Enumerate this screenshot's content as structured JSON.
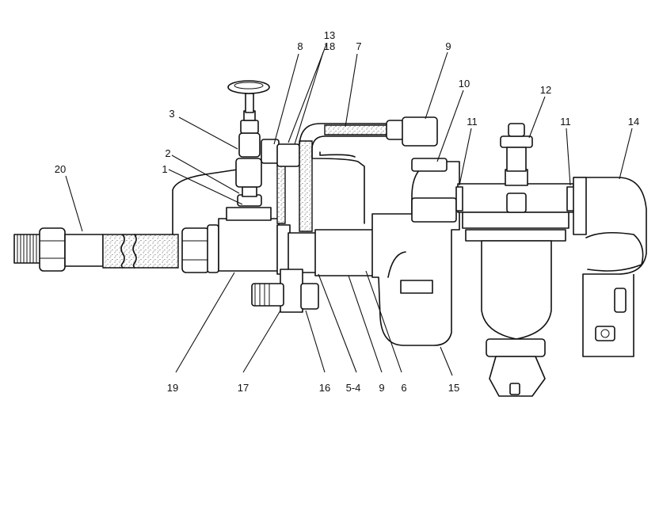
{
  "callouts": {
    "c1": "1",
    "c2": "2",
    "c3": "3",
    "c7": "7",
    "c8": "8",
    "c9_top": "9",
    "c10": "10",
    "c11_left": "11",
    "c11_right": "11",
    "c12": "12",
    "c13": "13",
    "c14": "14",
    "c15": "15",
    "c16": "16",
    "c17": "17",
    "c18": "18",
    "c19": "19",
    "c20": "20",
    "c5_4": "5-4",
    "c9_bottom": "9",
    "c6": "6"
  }
}
